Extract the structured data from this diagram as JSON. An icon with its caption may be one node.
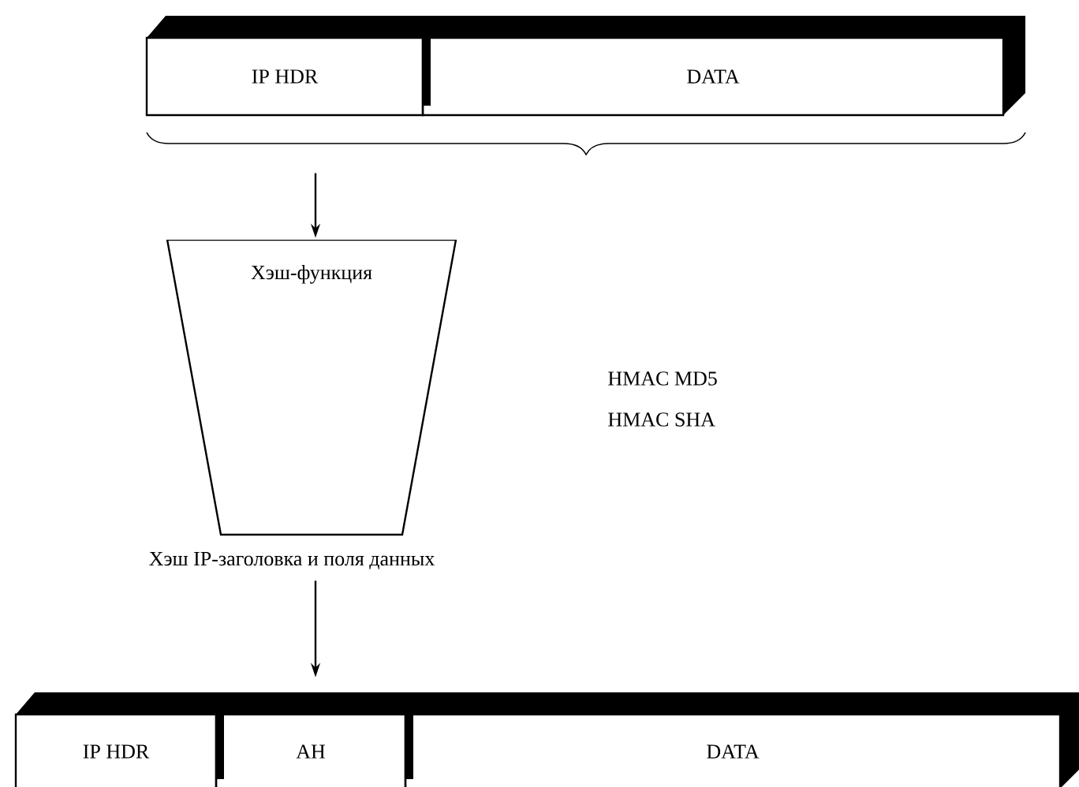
{
  "diagram": {
    "nodes": [
      {
        "text": [
          "IP HDR"
        ]
      },
      {
        "text": [
          "DATA"
        ]
      },
      {
        "text": [
          "Хэш-функция"
        ]
      },
      {
        "text": [
          "Хэш IP-заголовка и поля данных"
        ]
      },
      {
        "text": [
          "IP HDR"
        ]
      },
      {
        "text": [
          "AH"
        ]
      },
      {
        "text": [
          "DATA"
        ]
      }
    ],
    "edges": [
      {
        "from": null,
        "to": 2,
        "arrow": "to"
      },
      {
        "from": 3,
        "to": 5,
        "arrow": "to"
      }
    ],
    "labels": [
      "HMAC MD5",
      "HMAC SHA"
    ]
  }
}
